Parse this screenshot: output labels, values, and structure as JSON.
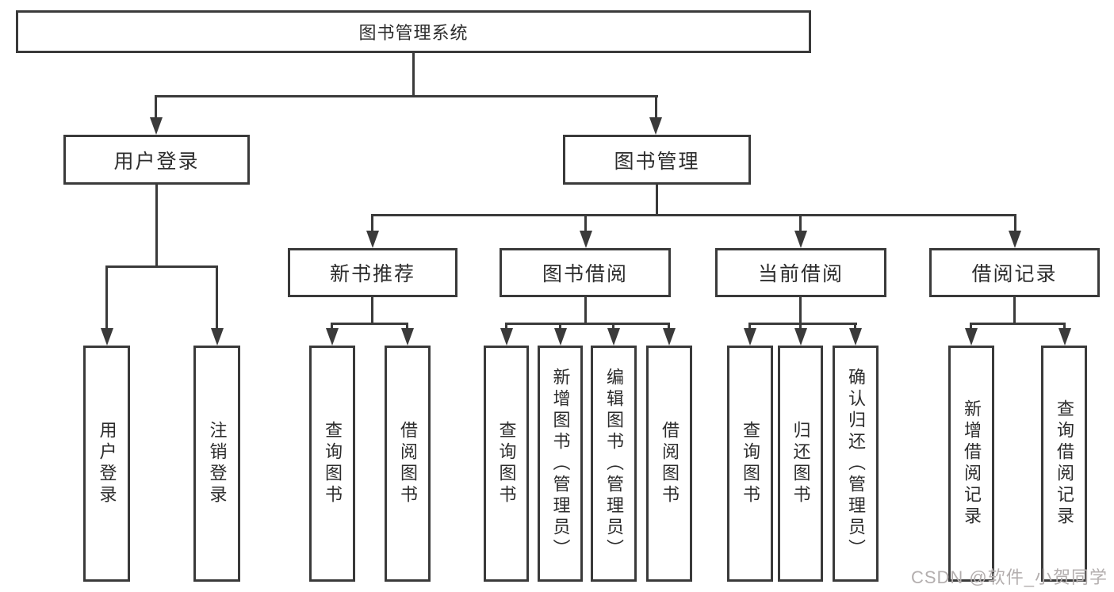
{
  "diagram": {
    "root": {
      "label": "图书管理系统"
    },
    "branches": [
      {
        "label": "用户登录",
        "children": [
          {
            "label": "用户登录"
          },
          {
            "label": "注销登录"
          }
        ]
      },
      {
        "label": "图书管理",
        "children": [
          {
            "label": "新书推荐",
            "children": [
              {
                "label": "查询图书"
              },
              {
                "label": "借阅图书"
              }
            ]
          },
          {
            "label": "图书借阅",
            "children": [
              {
                "label": "查询图书"
              },
              {
                "label": "新增图书（管理员）"
              },
              {
                "label": "编辑图书（管理员）"
              },
              {
                "label": "借阅图书"
              }
            ]
          },
          {
            "label": "当前借阅",
            "children": [
              {
                "label": "查询图书"
              },
              {
                "label": "归还图书"
              },
              {
                "label": "确认归还（管理员）"
              }
            ]
          },
          {
            "label": "借阅记录",
            "children": [
              {
                "label": "新增借阅记录"
              },
              {
                "label": "查询借阅记录"
              }
            ]
          }
        ]
      }
    ]
  },
  "watermark": {
    "text": "CSDN @软件_小贺同学"
  },
  "colors": {
    "line": "#3a3a3a",
    "text": "#2d2d2d",
    "watermark": "#b3aeae",
    "background": "#ffffff"
  }
}
